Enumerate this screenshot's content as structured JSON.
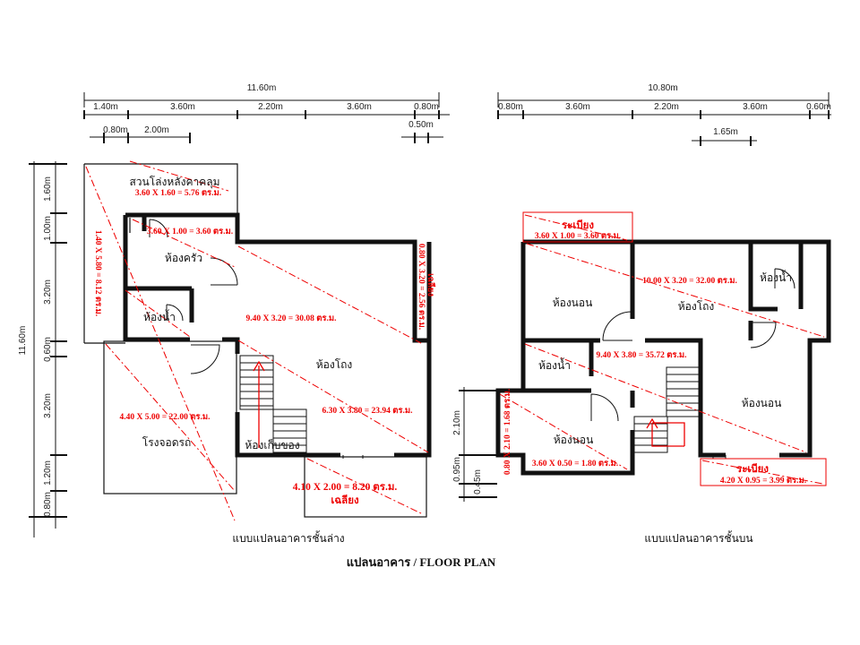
{
  "title": "แปลนอาคาร / FLOOR PLAN",
  "ground_floor": {
    "caption": "แบบแปลนอาคารชั้นล่าง",
    "dims_top_total": "11.60m",
    "dims_top": [
      "1.40m",
      "3.60m",
      "2.20m",
      "3.60m",
      "0.80m"
    ],
    "dims_sub": [
      "0.80m",
      "2.00m",
      "0.50m"
    ],
    "dims_left_total": "11.60m",
    "dims_left": [
      "1.60m",
      "1.00m",
      "3.20m",
      "0.60m",
      "3.20m",
      "1.20m",
      "0.80m"
    ],
    "rooms": {
      "garden": "สวนโล่งหลังคาคลุม",
      "kitchen": "ห้องครัว",
      "bath": "ห้องน้ำ",
      "hall": "ห้องโถง",
      "storage": "ห้องเก็บของ",
      "garage": "โรงจอดรถ",
      "porch": "เฉลียง"
    },
    "areas": {
      "garden": "3.60 X 1.60 = 5.76 ตร.ม.",
      "kitchen": "3.60 X 1.00 = 3.60 ตร.ม.",
      "left_strip": "1.40 X 5.80 = 8.12 ตร.ม.",
      "right_strip": "0.80 X 3.20 = 2.56 ตร.ม.",
      "right_strip_label": "เฉลียง",
      "hall_upper": "9.40 X 3.20 = 30.08 ตร.ม.",
      "hall_lower": "6.30 X 3.80 = 23.94 ตร.ม.",
      "garage": "4.40 X 5.00 = 22.00 ตร.ม.",
      "porch": "4.10 X 2.00 = 8.20 ตร.ม."
    }
  },
  "upper_floor": {
    "caption": "แบบแปลนอาคารชั้นบน",
    "dims_top_total": "10.80m",
    "dims_top": [
      "0.80m",
      "3.60m",
      "2.20m",
      "3.60m",
      "0.60m"
    ],
    "dims_sub": [
      "1.65m"
    ],
    "dims_left": [
      "2.10m",
      "0.95m",
      "0.45m"
    ],
    "rooms": {
      "bed1": "ห้องนอน",
      "hall": "ห้องโถง",
      "bath_right": "ห้องน้ำ",
      "bath_left": "ห้องน้ำ",
      "bed2": "ห้องนอน",
      "bed3": "ห้องนอน",
      "balcony_top": "ระเบียง",
      "balcony_bottom": "ระเบียง"
    },
    "areas": {
      "balcony_top": "3.60 X 1.00 = 3.60 ตร.ม.",
      "hall_upper": "10.00 X 3.20 = 32.00 ตร.ม.",
      "hall_lower": "9.40 X 3.80 = 35.72 ตร.ม.",
      "left_strip": "0.80 X 2.10 = 1.68 ตร.ม.",
      "bed3": "3.60 X 0.50 = 1.80 ตร.ม.",
      "balcony_bottom": "4.20 X 0.95 = 3.99 ตร.ม."
    }
  }
}
